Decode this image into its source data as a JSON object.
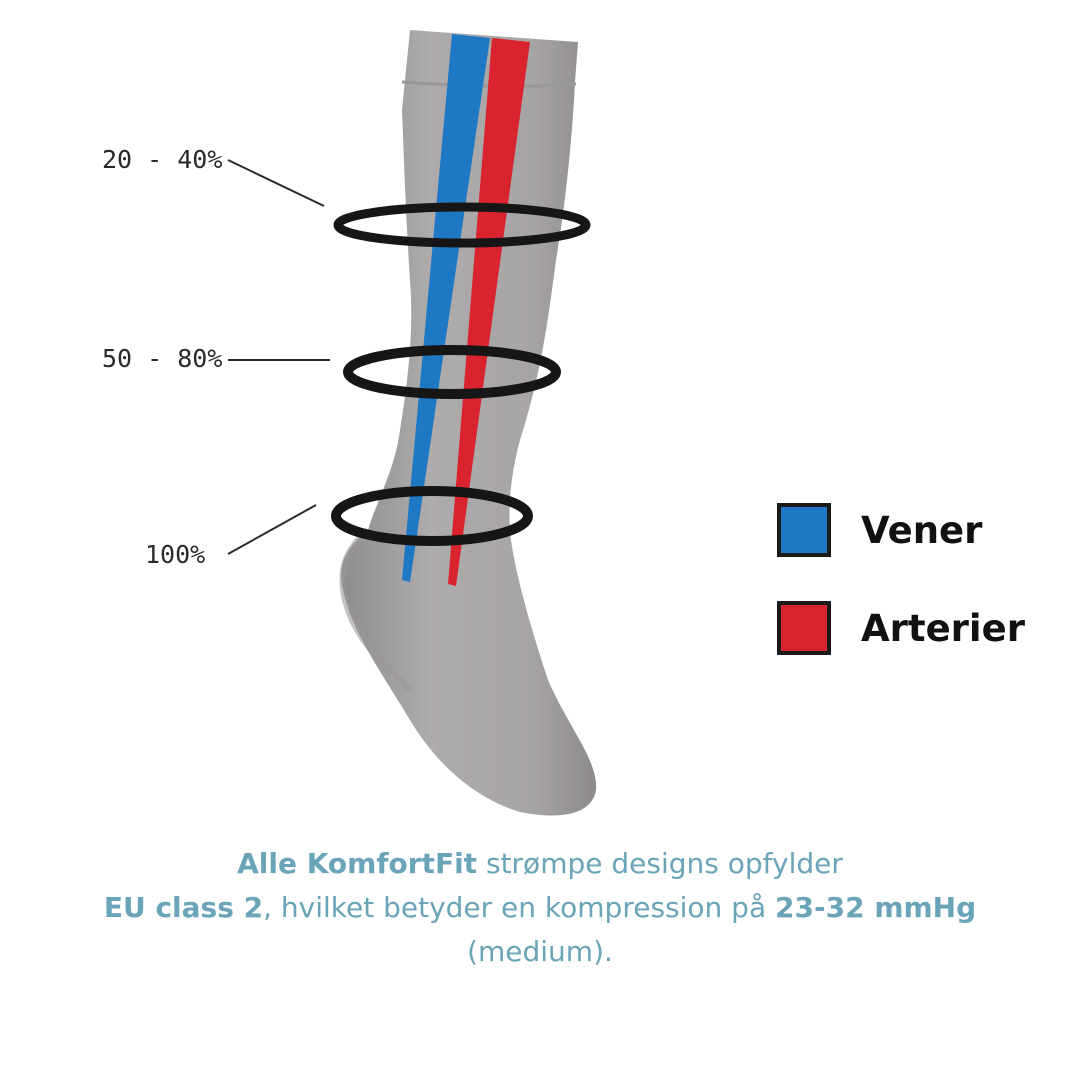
{
  "labels": {
    "top": "20 - 40%",
    "middle": "50 - 80%",
    "bottom": "100%"
  },
  "legend": [
    {
      "label": "Vener",
      "color": "#1f78c4"
    },
    {
      "label": "Arterier",
      "color": "#d9232e"
    }
  ],
  "caption": {
    "l1_bold": "Alle KomfortFit",
    "l1_rest": " strømpe designs opfylder",
    "l2_bold_a": "EU class 2",
    "l2_mid": ", hvilket betyder en kompression på ",
    "l2_bold_b": "23-32 mmHg",
    "l3": "(medium)."
  },
  "colors": {
    "sock": "#a9a6a7",
    "vein": "#1f78c4",
    "artery": "#d9232e",
    "caption": "#6aa4b8"
  }
}
